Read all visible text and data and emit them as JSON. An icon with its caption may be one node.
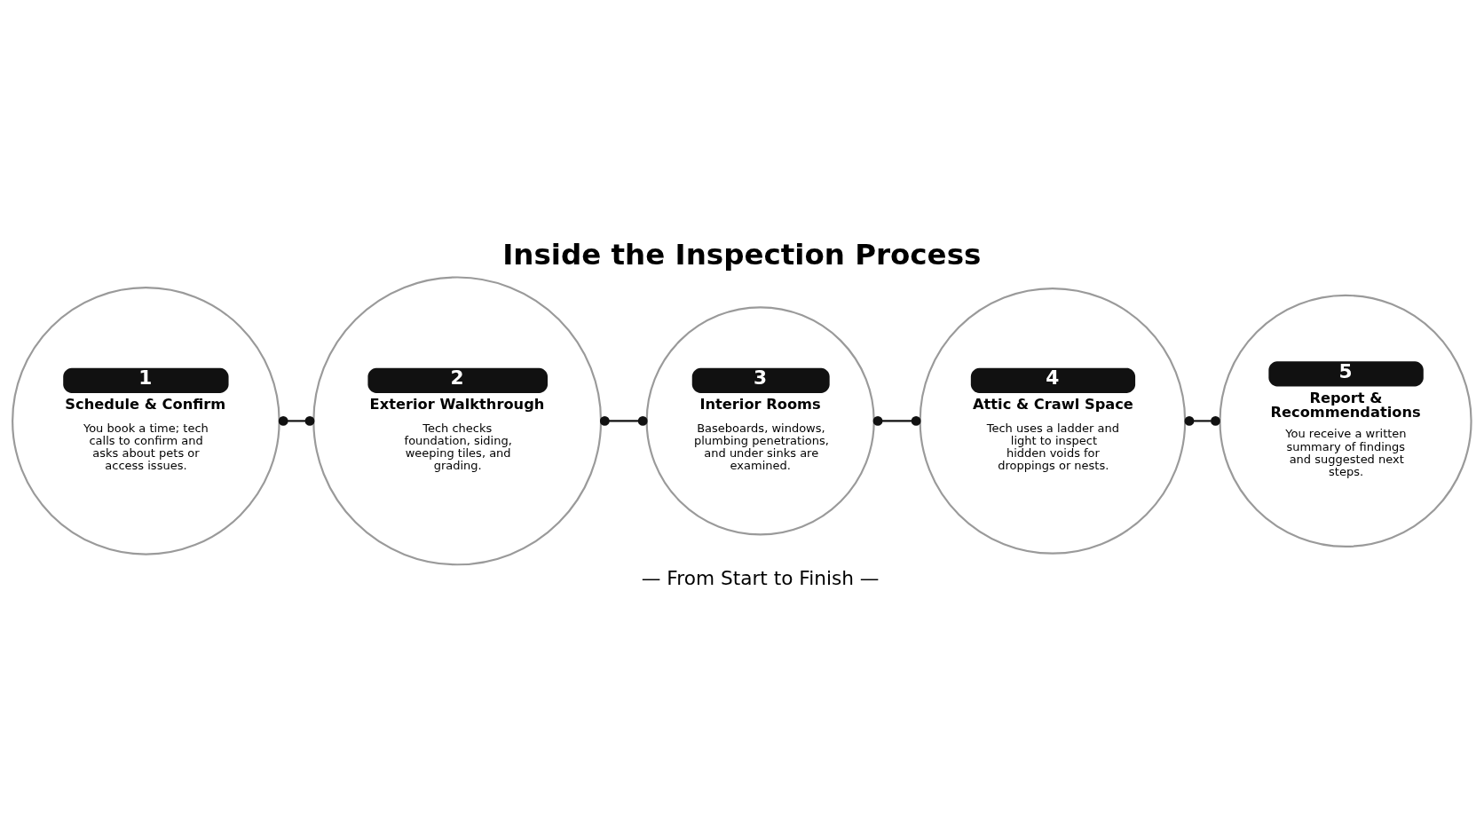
{
  "diagram": {
    "title": "Inside the Inspection Process",
    "nodes": [
      {
        "text": [
          "1",
          "Schedule & Confirm",
          "You book a time; tech calls to confirm and asks about pets or access issues."
        ]
      },
      {
        "text": [
          "2",
          "Exterior Walkthrough",
          "Tech checks foundation, siding, weeping tiles, and grading."
        ]
      },
      {
        "text": [
          "3",
          "Interior Rooms",
          "Baseboards, windows, plumbing penetrations, and under sinks are examined."
        ]
      },
      {
        "text": [
          "4",
          "Attic & Crawl Space",
          "Tech uses a ladder and light to inspect hidden voids for droppings or nests."
        ]
      },
      {
        "text": [
          "5",
          "Report & Recommendations",
          "You receive a written summary of findings and suggested next steps."
        ]
      }
    ],
    "edges": [
      {
        "from": 0,
        "to": 1,
        "arrow": "other"
      },
      {
        "from": 1,
        "to": 2,
        "arrow": "other"
      },
      {
        "from": 2,
        "to": 3,
        "arrow": "other"
      },
      {
        "from": 3,
        "to": 4,
        "arrow": "other"
      }
    ],
    "labels": [
      "— From Start to Finish —"
    ]
  }
}
